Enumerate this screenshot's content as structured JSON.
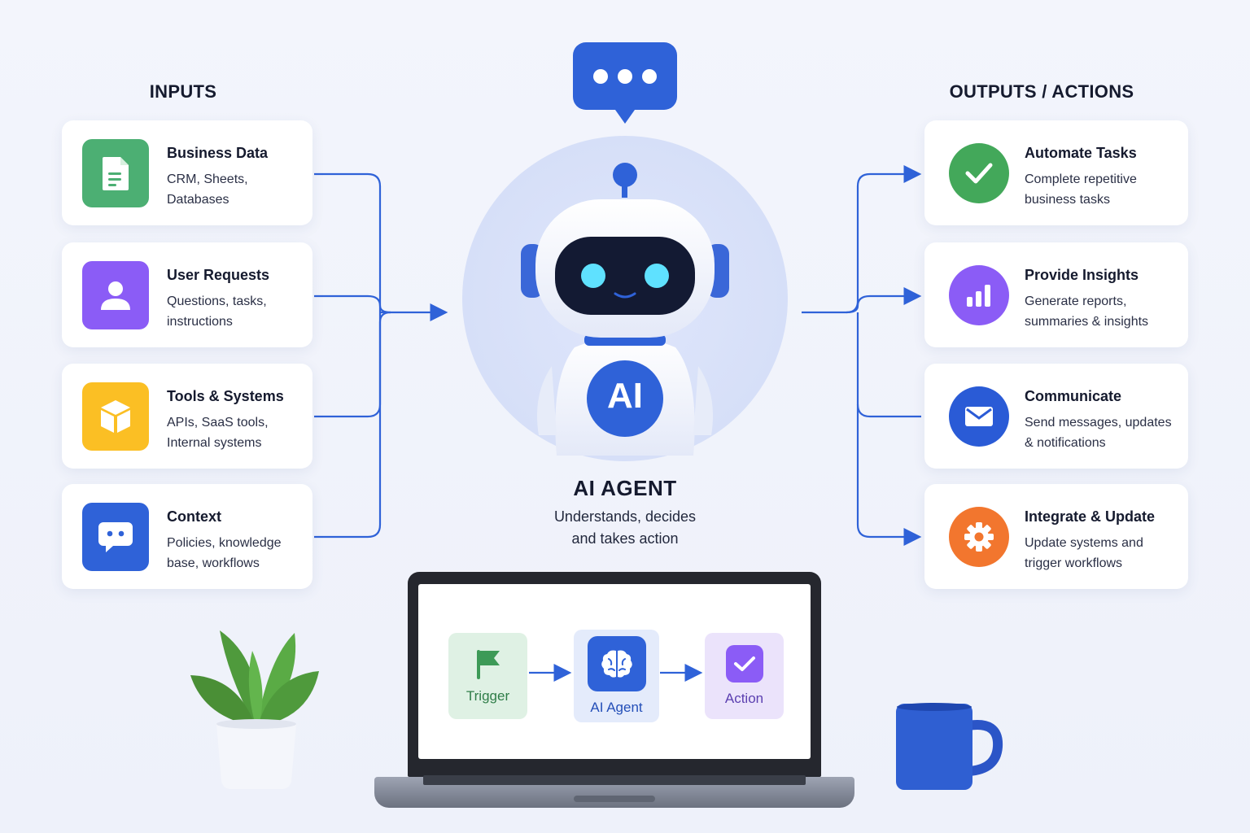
{
  "inputs": {
    "heading": "INPUTS",
    "items": [
      {
        "title": "Business Data",
        "desc": "CRM, Sheets, Databases",
        "icon": "document-icon",
        "color": "#4caf73"
      },
      {
        "title": "User Requests",
        "desc": "Questions, tasks, instructions",
        "icon": "user-icon",
        "color": "#8b5cf6"
      },
      {
        "title": "Tools & Systems",
        "desc": "APIs, SaaS tools, Internal systems",
        "icon": "cube-icon",
        "color": "#fbbf24"
      },
      {
        "title": "Context",
        "desc": "Policies, knowledge base, workflows",
        "icon": "chat-icon",
        "color": "#2f62d8"
      }
    ]
  },
  "outputs": {
    "heading": "OUTPUTS / ACTIONS",
    "items": [
      {
        "title": "Automate Tasks",
        "desc": "Complete repetitive business tasks",
        "icon": "check-icon",
        "color": "#43a85a"
      },
      {
        "title": "Provide Insights",
        "desc": "Generate reports, summaries & insights",
        "icon": "bar-chart-icon",
        "color": "#8b5cf6"
      },
      {
        "title": "Communicate",
        "desc": "Send messages, updates & notifications",
        "icon": "mail-icon",
        "color": "#2a5bd6"
      },
      {
        "title": "Integrate & Update",
        "desc": "Update systems and trigger workflows",
        "icon": "gear-icon",
        "color": "#f2762e"
      }
    ]
  },
  "agent": {
    "title": "AI AGENT",
    "desc_line1": "Understands, decides",
    "desc_line2": "and takes action",
    "badge": "AI",
    "accent": "#2f62d8"
  },
  "laptop": {
    "steps": [
      {
        "label": "Trigger",
        "icon": "flag-icon",
        "color": "#3d9a57"
      },
      {
        "label": "AI Agent",
        "icon": "brain-icon",
        "color": "#2f62d8"
      },
      {
        "label": "Action",
        "icon": "check-square-icon",
        "color": "#8b5cf6"
      }
    ]
  }
}
